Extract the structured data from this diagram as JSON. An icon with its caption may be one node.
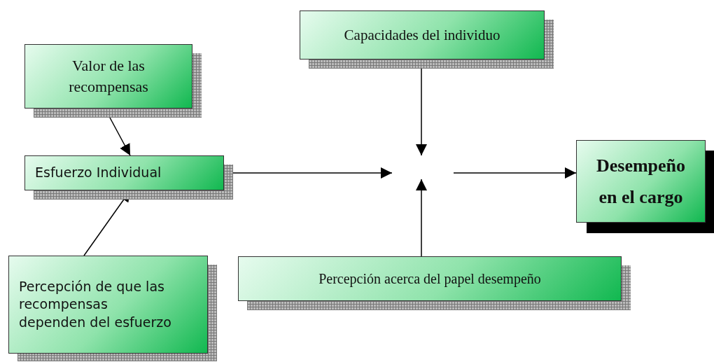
{
  "diagram": {
    "nodes": [
      {
        "text": [
          "Capacidades del individuo"
        ]
      },
      {
        "text": [
          "Valor de las recompensas"
        ]
      },
      {
        "text": [
          "Esfuerzo Individual"
        ]
      },
      {
        "text": [
          "Desempeño en el cargo"
        ]
      },
      {
        "text": [
          "Percepción de que las recompensas dependen del esfuerzo"
        ]
      },
      {
        "text": [
          "Percepción acerca del papel desempeño"
        ]
      }
    ],
    "edges": [
      {
        "from": 1,
        "to": 2,
        "arrow": "to"
      },
      {
        "from": 4,
        "to": 2,
        "arrow": "to"
      },
      {
        "from": 0,
        "to": null,
        "arrow": "to"
      },
      {
        "from": 2,
        "to": null,
        "arrow": "to"
      },
      {
        "from": 5,
        "to": null,
        "arrow": "to"
      },
      {
        "from": null,
        "to": 3,
        "arrow": "to"
      }
    ]
  }
}
